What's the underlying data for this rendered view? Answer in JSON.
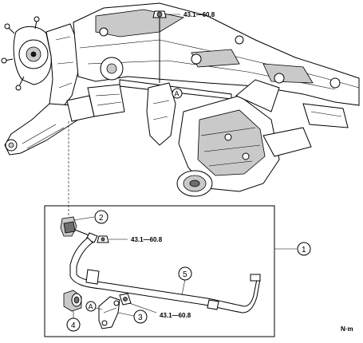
{
  "diagram": {
    "torque_labels": {
      "top": "43.1—60.8",
      "middle": "43.1—60.8",
      "bottom": "43.1—60.8"
    },
    "callouts": {
      "c1": "1",
      "c2": "2",
      "c3": "3",
      "c4": "4",
      "c5": "5"
    },
    "ref_marks": {
      "upper": "A",
      "lower": "A"
    },
    "unit": "N·m"
  }
}
